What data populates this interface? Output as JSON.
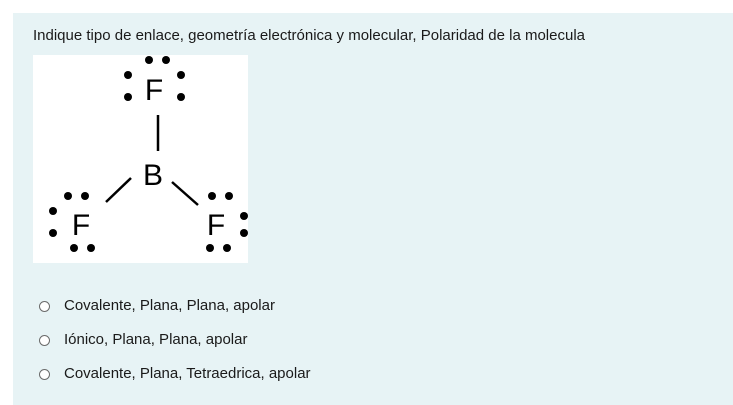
{
  "question": {
    "prompt": "Indique tipo de enlace, geometría electrónica y molecular, Polaridad de la molecula"
  },
  "diagram": {
    "central_atom": "B",
    "top_atom": "F",
    "left_atom": "F",
    "right_atom": "F"
  },
  "options": [
    {
      "label": "Covalente, Plana, Plana, apolar",
      "selected": false
    },
    {
      "label": "Iónico, Plana, Plana, apolar",
      "selected": false
    },
    {
      "label": "Covalente, Plana, Tetraedrica, apolar",
      "selected": false
    }
  ]
}
